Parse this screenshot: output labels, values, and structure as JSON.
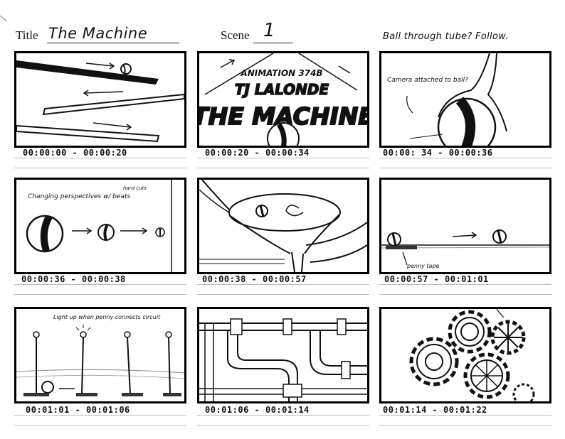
{
  "header": {
    "title_label": "Title",
    "title_value": "The Machine",
    "scene_label": "Scene",
    "scene_value": "1",
    "note": "Ball through tube? Follow."
  },
  "panels": [
    {
      "timecode": "00:00:00 - 00:00:20"
    },
    {
      "timecode": "00:00:20 - 00:00:34",
      "text": {
        "line1": "ANIMATION 374B",
        "line2": "TJ LALONDE",
        "line3": "THE MACHINE"
      }
    },
    {
      "timecode": "00:00: 34 - 00:00:36",
      "note": "Camera attached to ball?"
    },
    {
      "timecode": "00:00:36 - 00:00:38",
      "note": "Changing perspectives w/ beats",
      "note_small": "hard cuts"
    },
    {
      "timecode": "00:00:38 - 00:00:57"
    },
    {
      "timecode": "00:00:57 - 00:01:01",
      "note": "penny tape"
    },
    {
      "timecode": "00:01:01 - 00:01:06",
      "note": "Light up when penny connects circuit"
    },
    {
      "timecode": "00:01:06 - 00:01:14"
    },
    {
      "timecode": "00:01:14 - 00:01:22"
    }
  ]
}
